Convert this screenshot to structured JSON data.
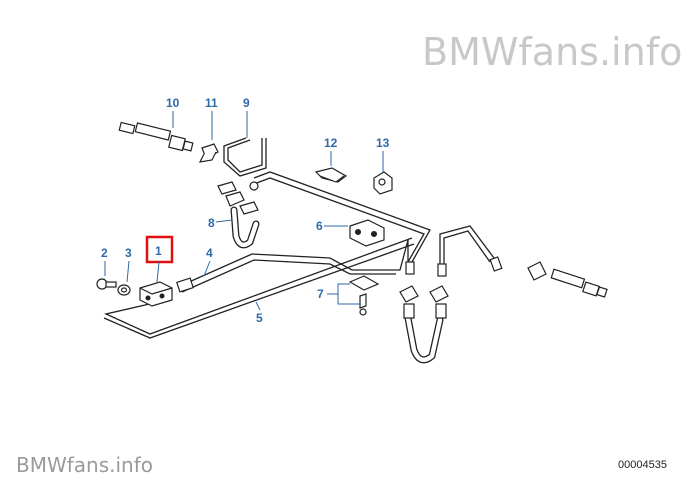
{
  "watermark": {
    "top": "BMWfans.info",
    "bottom": "BMWfans.info"
  },
  "diagram_id": "00004535",
  "callouts": {
    "c1": "1",
    "c2": "2",
    "c3": "3",
    "c4": "4",
    "c5": "5",
    "c6": "6",
    "c7": "7",
    "c8": "8",
    "c9": "9",
    "c10": "10",
    "c11": "11",
    "c12": "12",
    "c13": "13"
  },
  "highlight": {
    "selected_callout": "1",
    "color": "#e01010"
  },
  "colors": {
    "callout": "#2e6aa6",
    "line": "#222222"
  }
}
